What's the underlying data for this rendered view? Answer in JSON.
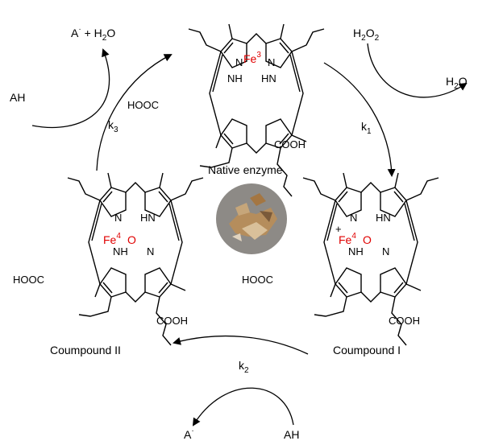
{
  "colors": {
    "iron": "#e00000",
    "line": "#000000",
    "photo_bg": "#8d8a86"
  },
  "enzymes": {
    "native": {
      "label": "Native enzyme",
      "metal": "Fe",
      "charge": "3"
    },
    "compound_i": {
      "label": "Coumpound I",
      "metal": "Fe",
      "charge": "4",
      "oxo": "O",
      "radical": "+"
    },
    "compound_ii": {
      "label": "Coumpound II",
      "metal": "Fe",
      "charge": "4",
      "oxo": "O"
    }
  },
  "atoms": {
    "n": "N",
    "nh": "NH",
    "hn": "HN",
    "hooc": "HOOC",
    "cooh": "COOH"
  },
  "step1": {
    "constant": "k",
    "subscript": "1",
    "reactant": "H",
    "reactant_sub": "2",
    "reactant_o": "O",
    "reactant_sub2": "2",
    "product": "H",
    "product_sub": "2",
    "product_o": "O"
  },
  "step2": {
    "constant": "k",
    "subscript": "2",
    "reactant": "AH",
    "product": "A",
    "product_charge": "·"
  },
  "step3": {
    "constant": "k",
    "subscript": "3",
    "reactant": "AH",
    "product_a": "A",
    "product_charge": "·",
    "product_plus": " + H",
    "product_sub": "2",
    "product_o": "O"
  },
  "photo": {
    "icon": "dried-enzyme-source-photo"
  }
}
